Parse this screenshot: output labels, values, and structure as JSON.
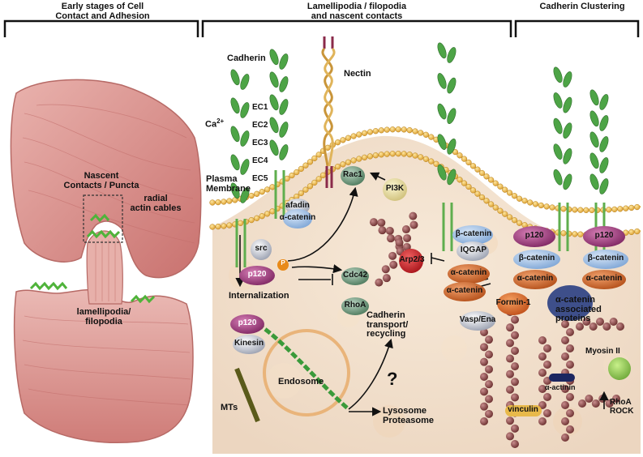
{
  "headers": {
    "early": [
      "Early stages of Cell",
      "Contact and Adhesion"
    ],
    "lamellipodia": [
      "Lamellipodia / filopodia",
      "and nascent contacts"
    ],
    "clustering": "Cadherin Clustering"
  },
  "cell_panel": {
    "nascent": [
      "Nascent",
      "Contacts / Puncta"
    ],
    "radial": [
      "radial",
      "actin cables"
    ],
    "lamellipodia": [
      "lamellipodia/",
      "filopodia"
    ]
  },
  "labels": {
    "cadherin": "Cadherin",
    "calcium": "Ca",
    "calcium_sup": "2+",
    "nectin": "Nectin",
    "domains": [
      "EC1",
      "EC2",
      "EC3",
      "EC4",
      "EC5"
    ],
    "plasma_membrane": [
      "Plasma",
      "Membrane"
    ],
    "internalization": "Internalization",
    "mts": "MTs",
    "endosome": "Endosome",
    "transport": [
      "Cadherin",
      "transport/",
      "recycling"
    ],
    "lysosome": [
      "Lysosome",
      "Proteasome"
    ],
    "question": "?",
    "phospho": "P",
    "catenin_associated": [
      "α-catenin",
      "associated",
      "proteins"
    ],
    "alpha_actinin": "α-actinin",
    "rhoa_rock": [
      "RhoA",
      "ROCK"
    ]
  },
  "proteins": {
    "rac1": "Rac1",
    "afadin": "afadin",
    "alpha_catenin_nectin": "α-catenin",
    "pi3k": "PI3K",
    "src": "src",
    "p120_left": "p120",
    "cdc42": "Cdc42",
    "rhoa": "RhoA",
    "arp23": "Arp2/3",
    "beta_catenin_mid": "β-catenin",
    "iqgap": "IQGAP",
    "alpha_catenin_a": "α-catenin",
    "alpha_catenin_b": "α-catenin",
    "p120_c1": "p120",
    "beta_catenin_c1": "β-catenin",
    "alpha_catenin_c1": "α-catenin",
    "p120_c2": "p120",
    "beta_catenin_c2": "β-catenin",
    "alpha_catenin_c2": "α-catenin",
    "formin": "Formin-1",
    "vasp": "Vasp/Ena",
    "myosin": "Myosin II",
    "vinculin": "vinculin",
    "p120_endo": "p120",
    "kinesin": "Kinesin"
  },
  "colors": {
    "membrane": "#e8b64a",
    "cadherin": "#3f9b3a",
    "p120": "#8e2f6e",
    "beta_catenin": "#8fb3df",
    "alpha_catenin": "#c55f24",
    "actin": "#8b4a4a",
    "rac1": "#5f8a6e",
    "cell": "#d88c8c"
  }
}
